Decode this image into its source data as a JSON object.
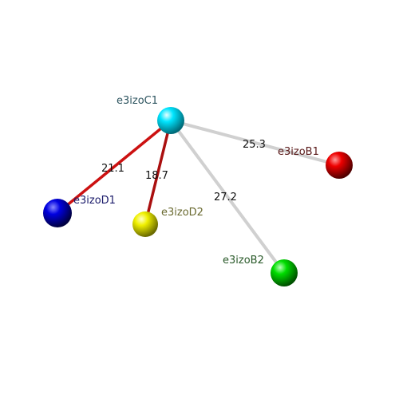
{
  "nodes": [
    {
      "id": "C1",
      "label": "e3izoC1",
      "color": "#00e5ff",
      "label_color": "#2e5560"
    },
    {
      "id": "D1",
      "label": "e3izoD1",
      "color": "#0000e0",
      "label_color": "#1a1a6a"
    },
    {
      "id": "D2",
      "label": "e3izoD2",
      "color": "#f0f000",
      "label_color": "#6a6a30"
    },
    {
      "id": "B1",
      "label": "e3izoB1",
      "color": "#ee0000",
      "label_color": "#5a1a1a"
    },
    {
      "id": "B2",
      "label": "e3izoB2",
      "color": "#00dd00",
      "label_color": "#2a5a2a"
    }
  ],
  "edges": [
    {
      "from": "C1",
      "to": "D1",
      "value": "21.1",
      "color": "#cc1111"
    },
    {
      "from": "C1",
      "to": "D2",
      "value": "18.7",
      "color": "#aa0f0f"
    },
    {
      "from": "C1",
      "to": "B1",
      "value": "25.3",
      "color": "#d0d0d0"
    },
    {
      "from": "C1",
      "to": "B2",
      "value": "27.2",
      "color": "#d0d0d0"
    }
  ]
}
